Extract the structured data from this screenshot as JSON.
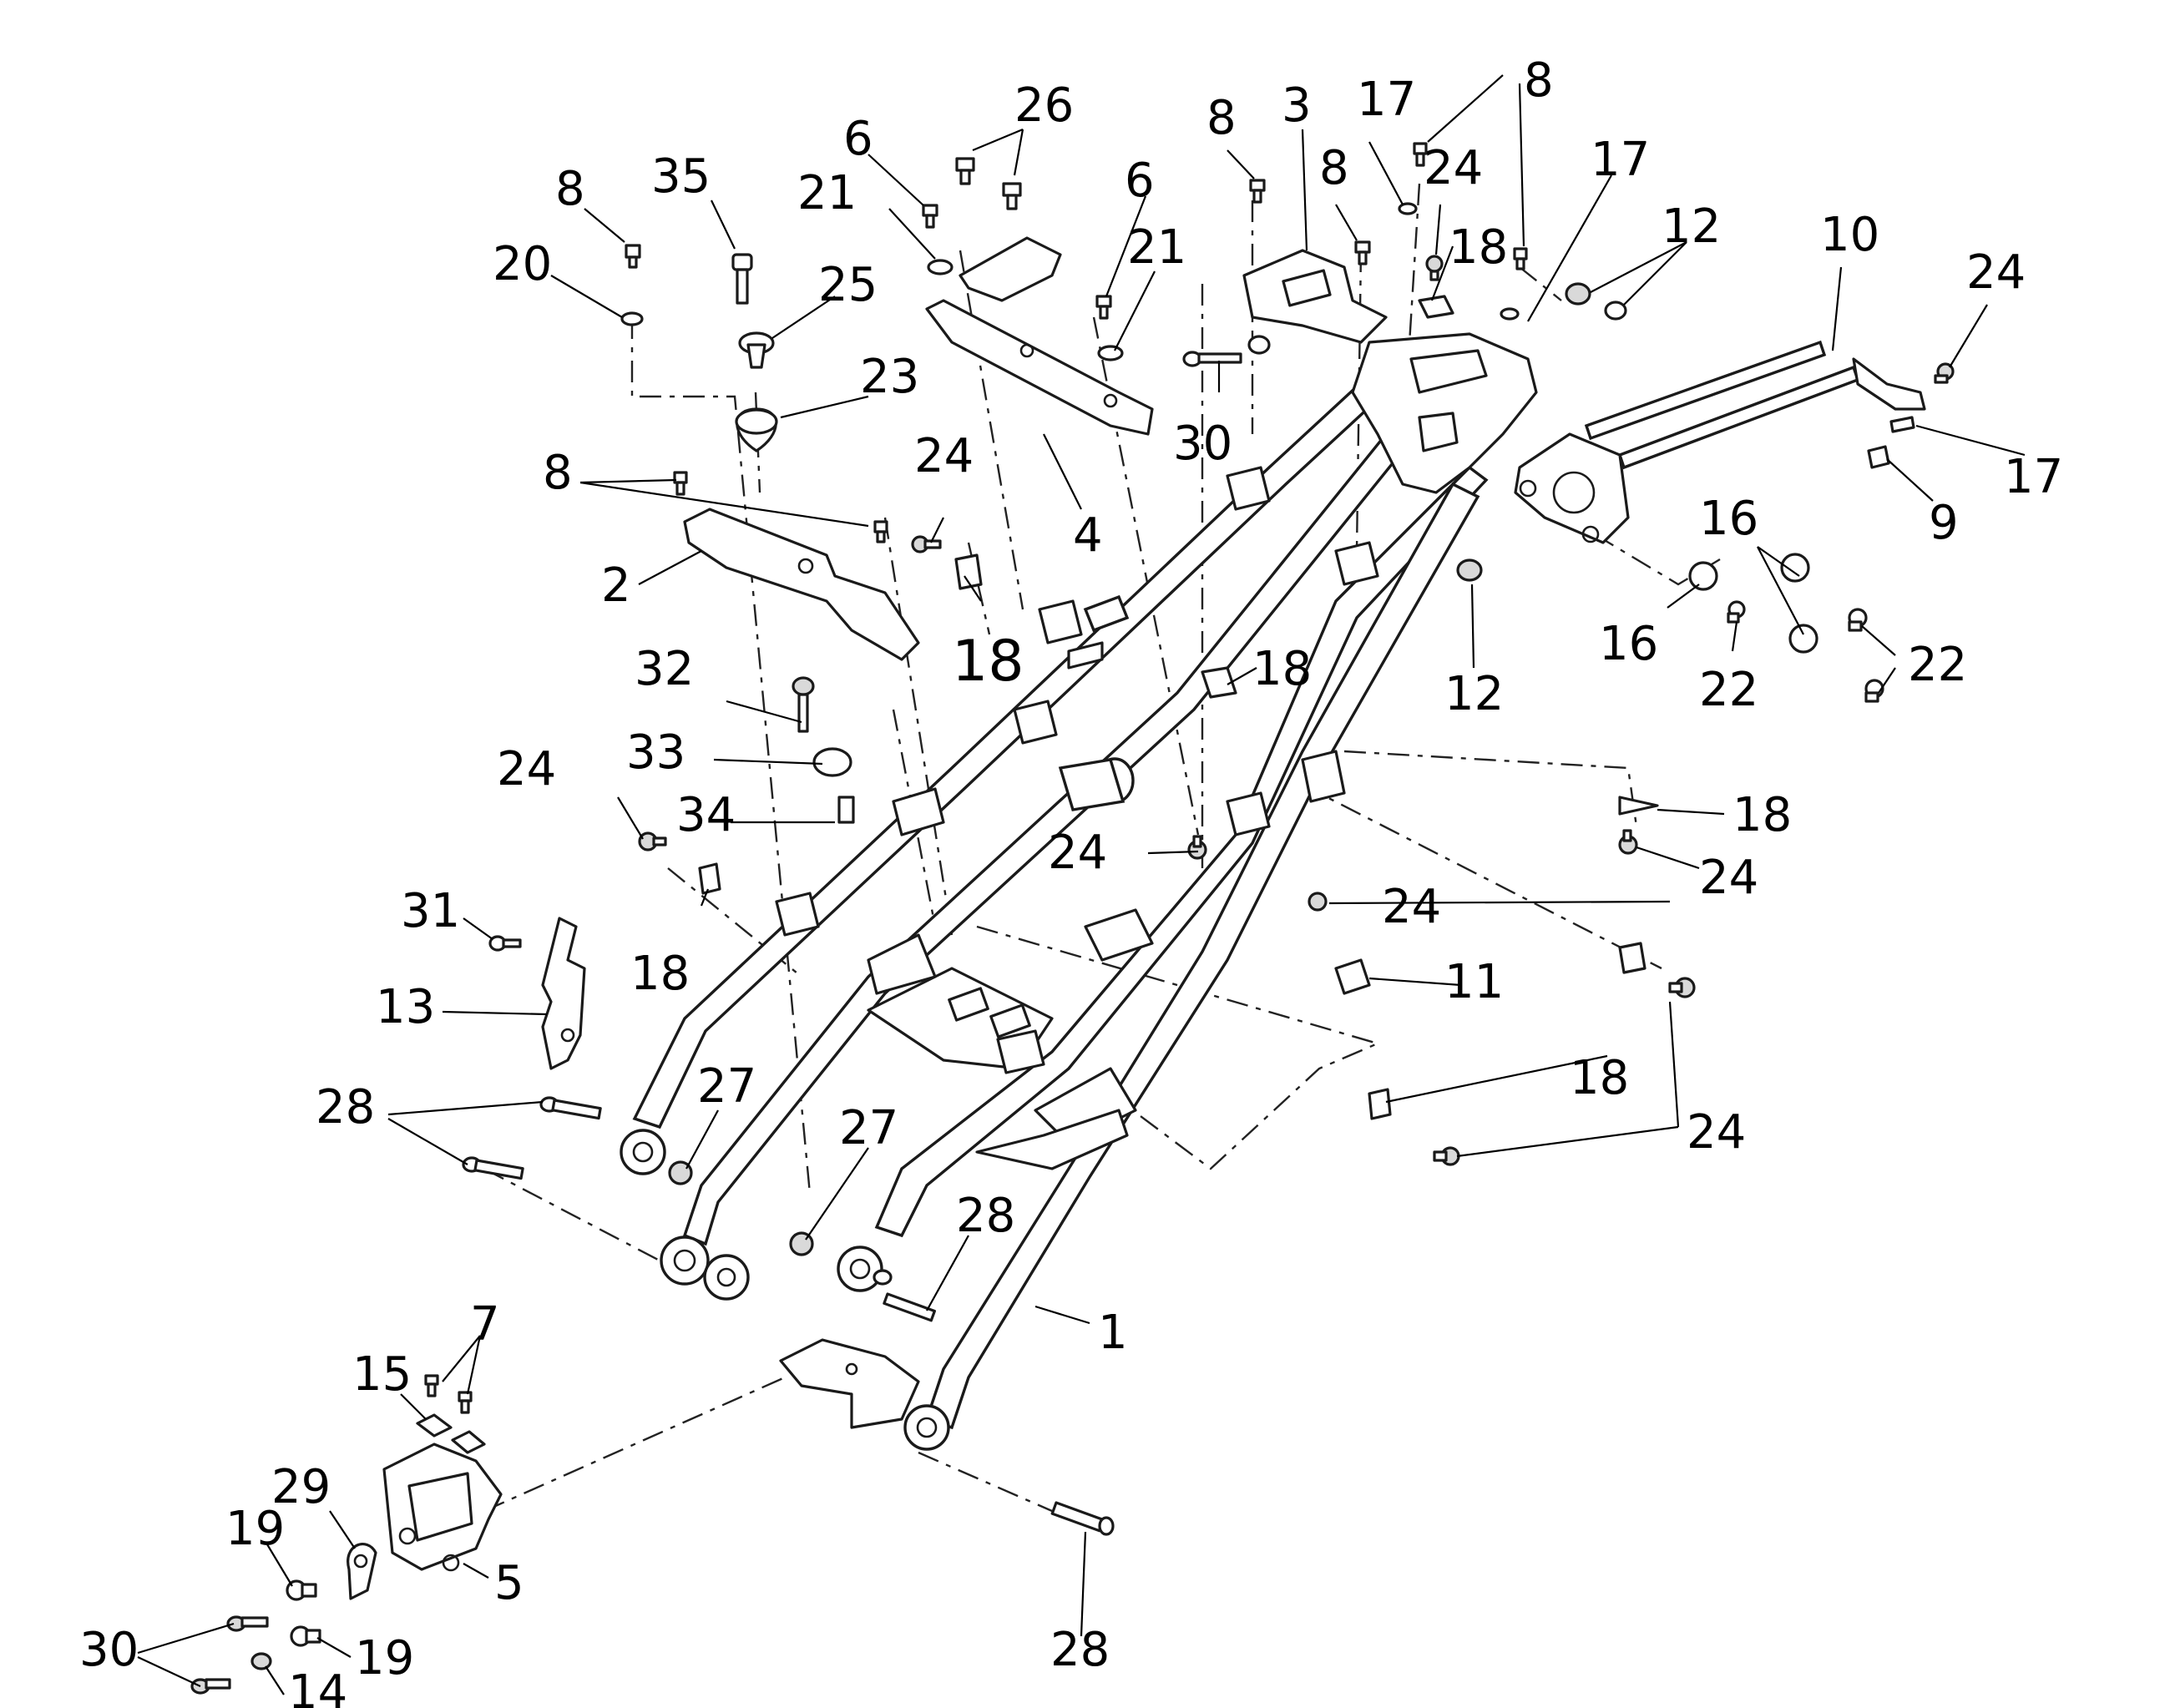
{
  "callouts": [
    {
      "id": "c-26",
      "text": "26"
    },
    {
      "id": "c-6a",
      "text": "6"
    },
    {
      "id": "c-35",
      "text": "35"
    },
    {
      "id": "c-8a",
      "text": "8"
    },
    {
      "id": "c-21a",
      "text": "21"
    },
    {
      "id": "c-20",
      "text": "20"
    },
    {
      "id": "c-25",
      "text": "25"
    },
    {
      "id": "c-23",
      "text": "23"
    },
    {
      "id": "c-6b",
      "text": "6"
    },
    {
      "id": "c-21b",
      "text": "21"
    },
    {
      "id": "c-8b",
      "text": "8"
    },
    {
      "id": "c-3",
      "text": "3"
    },
    {
      "id": "c-17a",
      "text": "17"
    },
    {
      "id": "c-8c",
      "text": "8"
    },
    {
      "id": "c-8d",
      "text": "8"
    },
    {
      "id": "c-24a",
      "text": "24"
    },
    {
      "id": "c-18a",
      "text": "18"
    },
    {
      "id": "c-17b",
      "text": "17"
    },
    {
      "id": "c-12a",
      "text": "12"
    },
    {
      "id": "c-10",
      "text": "10"
    },
    {
      "id": "c-24b",
      "text": "24"
    },
    {
      "id": "c-30a",
      "text": "30"
    },
    {
      "id": "c-8e",
      "text": "8"
    },
    {
      "id": "c-24c",
      "text": "24"
    },
    {
      "id": "c-4",
      "text": "4"
    },
    {
      "id": "c-2",
      "text": "2"
    },
    {
      "id": "c-18b",
      "text": "18"
    },
    {
      "id": "c-17c",
      "text": "17"
    },
    {
      "id": "c-9",
      "text": "9"
    },
    {
      "id": "c-16a",
      "text": "16"
    },
    {
      "id": "c-16b",
      "text": "16"
    },
    {
      "id": "c-22a",
      "text": "22"
    },
    {
      "id": "c-22b",
      "text": "22"
    },
    {
      "id": "c-12b",
      "text": "12"
    },
    {
      "id": "c-18c",
      "text": "18"
    },
    {
      "id": "c-32",
      "text": "32"
    },
    {
      "id": "c-33",
      "text": "33"
    },
    {
      "id": "c-24d",
      "text": "24"
    },
    {
      "id": "c-34",
      "text": "34"
    },
    {
      "id": "c-24e",
      "text": "24"
    },
    {
      "id": "c-18d",
      "text": "18"
    },
    {
      "id": "c-24f",
      "text": "24"
    },
    {
      "id": "c-31",
      "text": "31"
    },
    {
      "id": "c-24g",
      "text": "24"
    },
    {
      "id": "c-18e",
      "text": "18"
    },
    {
      "id": "c-11",
      "text": "11"
    },
    {
      "id": "c-13",
      "text": "13"
    },
    {
      "id": "c-28a",
      "text": "28"
    },
    {
      "id": "c-27a",
      "text": "27"
    },
    {
      "id": "c-18f",
      "text": "18"
    },
    {
      "id": "c-24h",
      "text": "24"
    },
    {
      "id": "c-27b",
      "text": "27"
    },
    {
      "id": "c-28b",
      "text": "28"
    },
    {
      "id": "c-1",
      "text": "1"
    },
    {
      "id": "c-7",
      "text": "7"
    },
    {
      "id": "c-15",
      "text": "15"
    },
    {
      "id": "c-29",
      "text": "29"
    },
    {
      "id": "c-19a",
      "text": "19"
    },
    {
      "id": "c-5",
      "text": "5"
    },
    {
      "id": "c-19b",
      "text": "19"
    },
    {
      "id": "c-30b",
      "text": "30"
    },
    {
      "id": "c-14",
      "text": "14"
    },
    {
      "id": "c-28c",
      "text": "28"
    }
  ]
}
